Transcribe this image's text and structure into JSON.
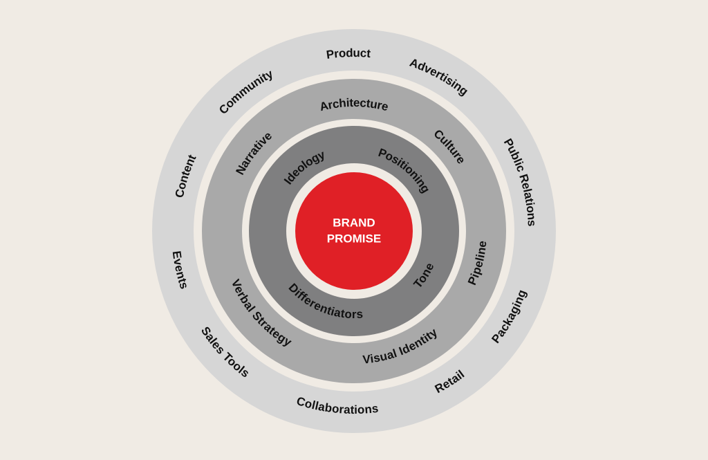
{
  "center": {
    "line1": "BRAND",
    "line2": "PROMISE"
  },
  "colors": {
    "background": "#f0ebe4",
    "outer_ring": "#d6d6d6",
    "middle_ring": "#a9a9a9",
    "inner_ring": "#7f7f80",
    "core": "#e02026",
    "gap": "#f0ebe4"
  },
  "inner_ring": {
    "labels": [
      "Ideology",
      "Positioning",
      "Tone",
      "Differentiators"
    ]
  },
  "middle_ring": {
    "labels": [
      "Architecture",
      "Culture",
      "Pipeline",
      "Visual Identity",
      "Verbal Strategy",
      "Narrative"
    ]
  },
  "outer_ring": {
    "labels": [
      "Product",
      "Advertising",
      "Public Relations",
      "Packaging",
      "Retail",
      "Collaborations",
      "Sales Tools",
      "Events",
      "Content",
      "Community"
    ]
  }
}
